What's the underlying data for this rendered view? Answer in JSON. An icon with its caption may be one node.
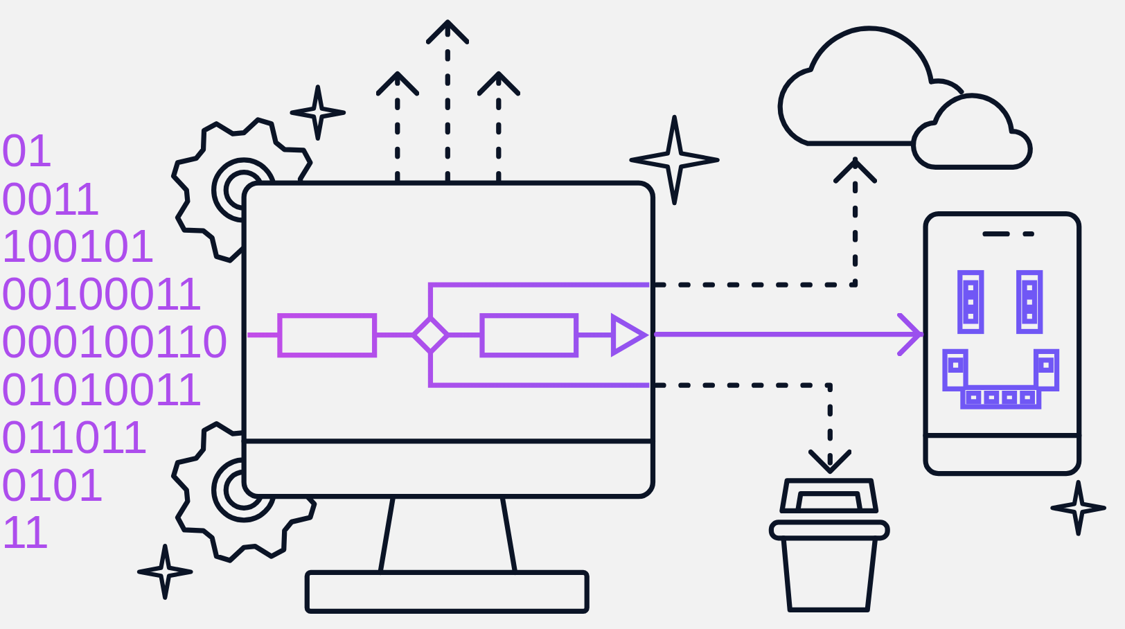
{
  "diagram": {
    "nodes": [
      {
        "text": [],
        "shape": "picture"
      },
      {
        "text": [],
        "shape": "cloud"
      },
      {
        "text": [],
        "shape": "picture"
      },
      {
        "text": [],
        "shape": "picture"
      }
    ],
    "edges": [
      {
        "from": 0,
        "to": null,
        "arrow": "to",
        "style": "dashed"
      },
      {
        "from": 0,
        "to": null,
        "arrow": "to",
        "style": "dashed"
      },
      {
        "from": 0,
        "to": null,
        "arrow": "to",
        "style": "dashed"
      },
      {
        "from": 0,
        "to": 1,
        "arrow": "to",
        "style": "dashed"
      },
      {
        "from": 0,
        "to": 3,
        "arrow": "to",
        "color": "#9b4fee"
      },
      {
        "from": 0,
        "to": 2,
        "arrow": "to",
        "style": "dashed"
      }
    ],
    "labels": [
      "01",
      "0011",
      "100101",
      "00100011",
      "000100110",
      "01010011",
      "011011",
      "0101",
      "11"
    ]
  }
}
